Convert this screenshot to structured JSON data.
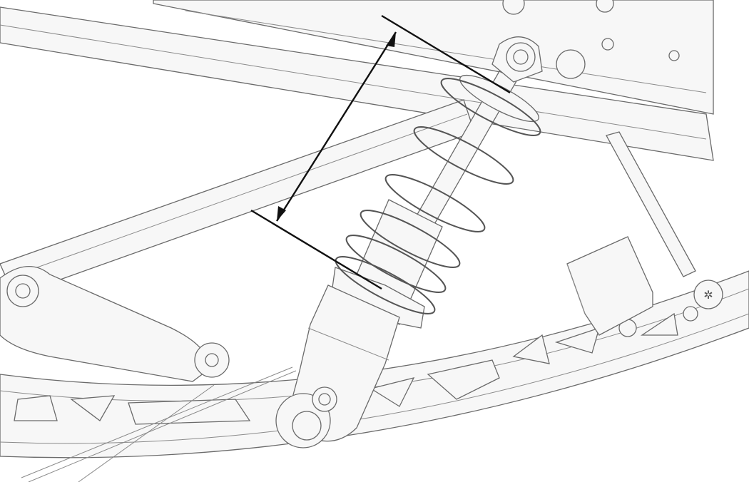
{
  "figure": {
    "subject": "shock-absorber-spring-length-measurement",
    "colors": {
      "line_art": "#6a6a6a",
      "dimension_line": "#111111",
      "background": "#ffffff"
    },
    "icons": [
      "shock-absorber",
      "coil-spring",
      "dimension-arrow",
      "frame-rail"
    ]
  }
}
